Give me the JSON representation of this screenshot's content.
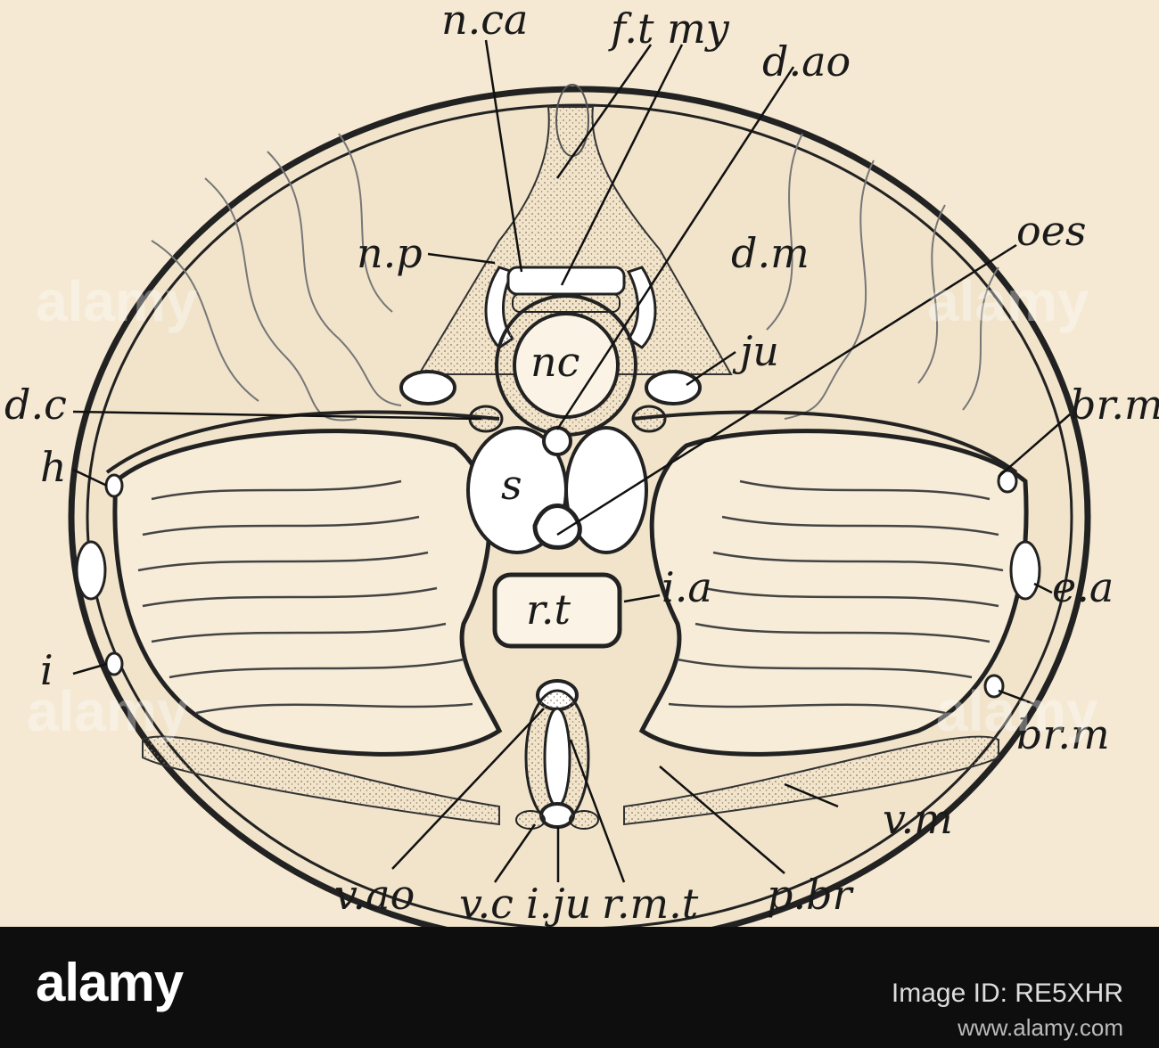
{
  "figure": {
    "labels": {
      "nca": "n.ca",
      "ftmy": "f.t my",
      "dao": "d.ao",
      "np": "n.p",
      "dm": "d.m",
      "oes": "oes",
      "nc": "nc",
      "ju": "ju",
      "dc": "d.c",
      "brm1": "br.m",
      "h": "h",
      "s": "s",
      "rt": "r.t",
      "ia": "i.a",
      "ea": "e.a",
      "i": "i",
      "brm2": "br.m",
      "vm": "v.m",
      "vao": "v.ao",
      "vc": "v.c",
      "iju": "i.ju",
      "rmt": "r.m.t",
      "pbr": "p.br"
    },
    "watermark": "alamy"
  },
  "footer": {
    "logo": "alamy",
    "image_id": "Image ID: RE5XHR",
    "url": "www.alamy.com"
  }
}
